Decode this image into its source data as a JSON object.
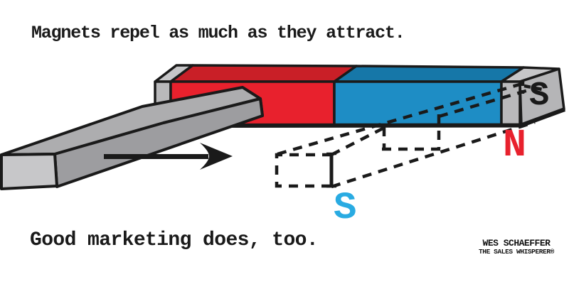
{
  "page": {
    "title": "Magnets repel as much as they attract.",
    "caption": "Good marketing does, too."
  },
  "diagram": {
    "magnet": {
      "right_face_pole_label": "S",
      "near_pole_label": "N"
    },
    "repelled_ghost_bar": {
      "pole_label": "S"
    },
    "icons": {
      "motion_arrow": "right-arrow-icon"
    },
    "colors": {
      "north_red_front": "#E8212D",
      "north_red_top": "#C91F27",
      "south_blue_front": "#1E8DC5",
      "south_blue_top": "#1677A8",
      "cap_gray_front": "#B9B9BB",
      "cap_gray_top": "#C6C6C8",
      "side_face_gray": "#B5B5B7",
      "bar_top_gray": "#ADADAF",
      "bar_front_gray": "#9D9DA0",
      "bar_end_gray": "#C7C7C9",
      "pole_n_text": "#E8212D",
      "pole_s_ghost_text": "#29ABE2",
      "outline": "#1A1A1A"
    }
  },
  "branding": {
    "name": "WES SCHAEFFER",
    "tagline": "THE SALES WHISPERER®"
  }
}
